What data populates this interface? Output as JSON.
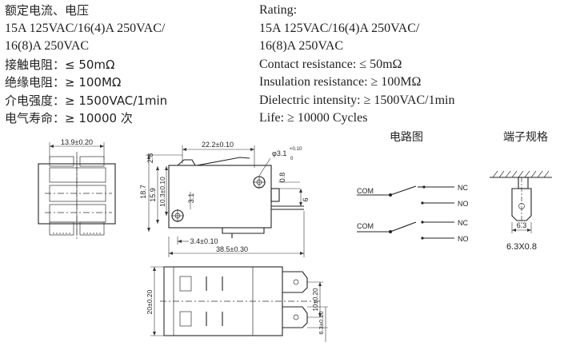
{
  "specs_cn": {
    "rating_label": "额定电流、电压",
    "rating_line1": "15A 125VAC/16(4)A 250VAC/",
    "rating_line2": "16(8)A 250VAC",
    "contact": "接触电阻：≤ 50mΩ",
    "insulation": "绝缘电阻：≥ 100MΩ",
    "dielectric": "介电强度：≥ 1500VAC/1min",
    "life": "电气寿命：≥ 10000 次"
  },
  "specs_en": {
    "rating_label": "Rating:",
    "rating_line1": "15A 125VAC/16(4)A 250VAC/",
    "rating_line2": "16(8)A 250VAC",
    "contact": "Contact resistance: ≤ 50mΩ",
    "insulation": "Insulation resistance: ≥ 100MΩ",
    "dielectric": "Dielectric intensity: ≥ 1500VAC/1min",
    "life": "Life: ≥ 10000 Cycles"
  },
  "dimensions": {
    "top_width": "13.9±0.20",
    "body_length": "22.2±0.10",
    "hole_dia": "φ3.1",
    "hole_tol_upper": "+0.10",
    "hole_tol_lower": "0",
    "d_2_8": "2.8",
    "d_0_8": "0.8",
    "d_6": "6",
    "d_18_7": "18.7",
    "d_15_9": "15.9",
    "d_10_3": "10.3±0.10",
    "d_3_1": "3.1",
    "d_3_4": "3.4±0.10",
    "d_38_5": "38.5±0.30",
    "d_20": "20±0.20",
    "d_10": "10±0.20",
    "d_6_3_tol": "6.3±0.10"
  },
  "circuit": {
    "title": "电路图",
    "com_top": "COM",
    "nc_top": "NC",
    "no_top": "NO",
    "com_bottom": "COM",
    "nc_bottom": "NC",
    "no_bottom": "NO"
  },
  "terminal": {
    "title": "端子规格",
    "width": "6.3",
    "size": "6.3X0.8"
  }
}
